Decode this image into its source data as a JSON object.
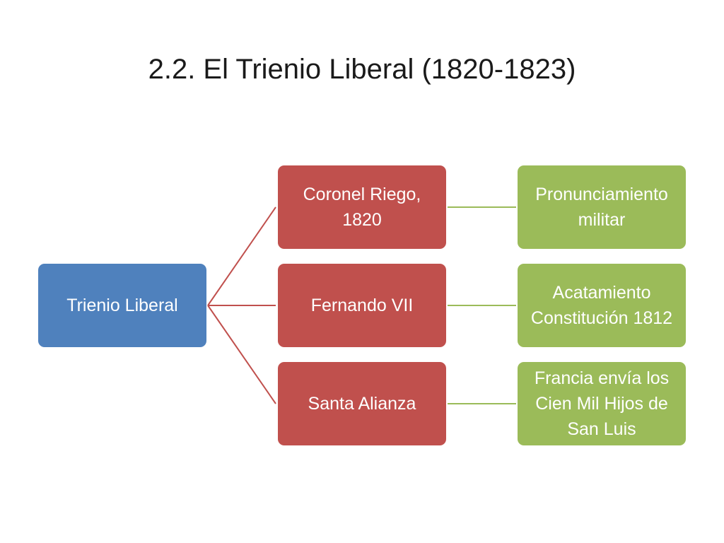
{
  "title": "2.2. El Trienio Liberal (1820-1823)",
  "colors": {
    "root_fill": "#4f81bd",
    "mid_fill": "#c0504d",
    "leaf_fill": "#9bbb59",
    "mid_connector": "#c0504d",
    "leaf_connector": "#9bbb59"
  },
  "diagram": {
    "root": {
      "label": "Trienio Liberal"
    },
    "branches": [
      {
        "label": "Coronel Riego, 1820",
        "leaf": "Pronunciamiento militar"
      },
      {
        "label": "Fernando VII",
        "leaf": "Acatamiento Constitución 1812"
      },
      {
        "label": "Santa Alianza",
        "leaf": "Francia envía los Cien Mil Hijos de San Luis"
      }
    ]
  }
}
